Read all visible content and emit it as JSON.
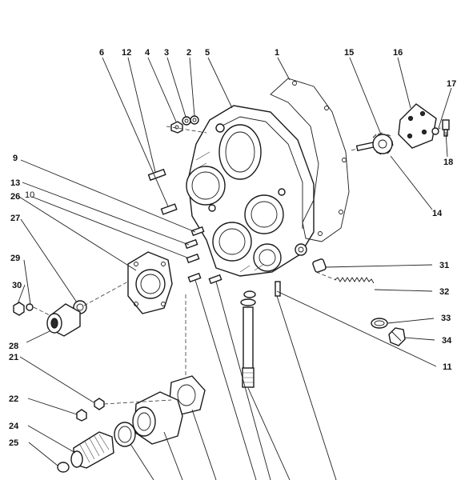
{
  "labels": {
    "l1": "1",
    "l2": "2",
    "l3": "3",
    "l4": "4",
    "l5": "5",
    "l6": "6",
    "l9": "9",
    "l10": "10",
    "l11": "11",
    "l12": "12",
    "l13": "13",
    "l14": "14",
    "l15": "15",
    "l16": "16",
    "l17": "17",
    "l18": "18",
    "l21": "21",
    "l22": "22",
    "l24": "24",
    "l25": "25",
    "l26": "26",
    "l27": "27",
    "l28": "28",
    "l29": "29",
    "l30": "30",
    "l31": "31",
    "l32": "32",
    "l33": "33",
    "l34": "34"
  },
  "colors": {
    "ink": "#1a1a1a",
    "paper": "#ffffff"
  }
}
